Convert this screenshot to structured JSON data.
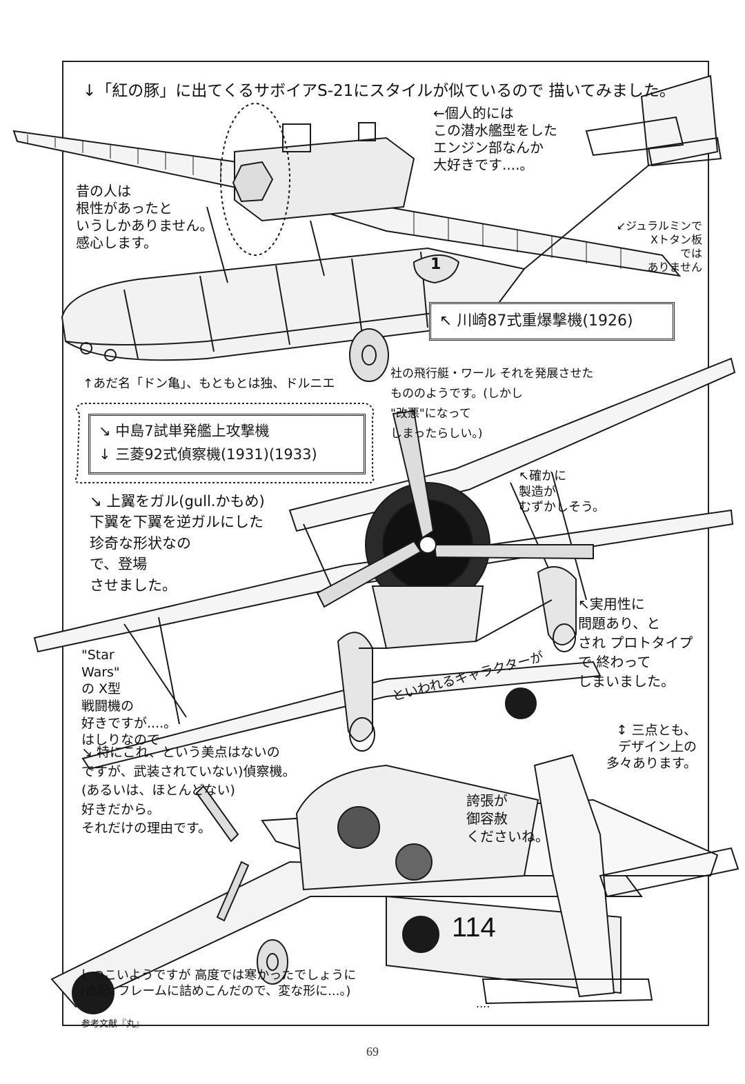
{
  "page": {
    "number": "69"
  },
  "header_note": "↓「紅の豚」に出てくるサボイアS-21にスタイルが似ているので 描いてみました。",
  "notes": {
    "engine_pod": "←個人的には\nこの潜水艦型をした\nエンジン部なんか\n大好きです....。",
    "people_past": "昔の人は\n根性があったと\nいうしかありません。\n感心します。",
    "duralumin": "↙ジュラルミンで\nXトタン板\nでは\nありません",
    "nickname": "↑あだ名「ドン亀」、もともとは独、ドルニエ",
    "dornier": "社の飛行艇・ワール それを発展させた\nもののようです。(しかし\n\"改悪\"になって\nしまったらしい。)",
    "gull": "↘ 上翼をガル(gull.かもめ)\n下翼を下翼を逆ガルにした\n珍奇な形状なの\nで、登場\nさせました。",
    "hard_build": "↖確かに\n製造が\nむずかしそう。",
    "practicality": "↖実用性に\n問題あり、と\nされ プロトタイプ\nで 終わって\nしまいました。",
    "star_wars": "\"Star\nWars\"\nの X型\n戦闘機の\n好きですが....。\nはしりなので",
    "character": "といわれるキャラクターが",
    "no_merit": "↘ 特にこれ、という美点はないの\nですが、武装されていない)偵察機。\n(あるいは、ほとんどない)\n好きだから。\nそれだけの理由です。",
    "three_points": "↕ 三点とも、\nデザイン上の\n多々あります。",
    "exaggeration": "誇張が\n御容赦\nくださいね。",
    "persistent": "しつこいようですが  高度では寒かったでしょうに\n(追記. フレームに詰めこんだので、変な形に...。)",
    "dots": "....",
    "reference": "参考文献『丸』"
  },
  "labels": {
    "kawasaki": "↖ 川崎87式重爆撃機(1926)",
    "nakajima": "↘ 中島7試単発艦上攻撃機",
    "mitsubishi": "↓ 三菱92式偵察機(1931)(1933)"
  },
  "markings": {
    "seaplane_number": "1",
    "recon_number": "114"
  },
  "colors": {
    "ink": "#111111",
    "paper": "#ffffff"
  }
}
